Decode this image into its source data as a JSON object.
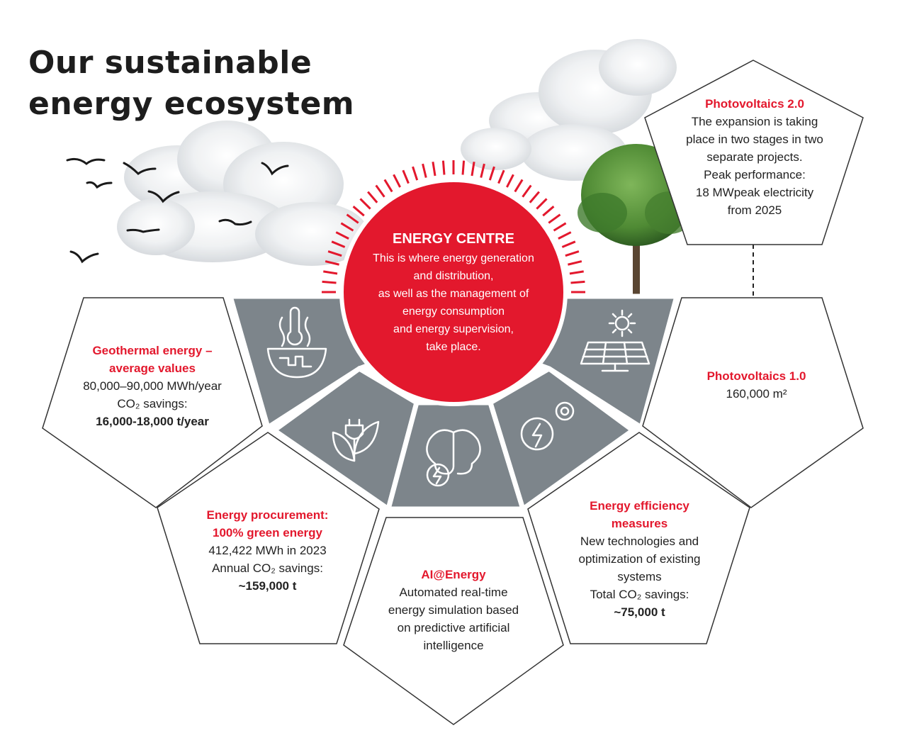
{
  "title_line1": "Our sustainable",
  "title_line2": "energy ecosystem",
  "colors": {
    "accent": "#e3182d",
    "segment_grey": "#7d858b",
    "outline": "#333333",
    "tree_green": "#4f8a34"
  },
  "energy_centre": {
    "heading": "ENERGY CENTRE",
    "lines": [
      "This is where energy generation",
      "and distribution,",
      "as well as the management of",
      "energy consumption",
      "and energy supervision,",
      "take place."
    ]
  },
  "geothermal": {
    "heading1": "Geothermal energy –",
    "heading2": "average values",
    "value": "80,000–90,000 MWh/year",
    "savings_label": "CO₂ savings:",
    "savings_value": "16,000-18,000 t/year"
  },
  "procurement": {
    "heading1": "Energy procurement:",
    "heading2": "100% green energy",
    "value": "412,422 MWh in 2023",
    "savings_label": "Annual CO₂ savings:",
    "savings_value": "~159,000 t"
  },
  "ai_energy": {
    "heading": "AI@Energy",
    "lines": [
      "Automated real-time",
      "energy simulation based",
      "on predictive artificial",
      "intelligence"
    ]
  },
  "efficiency": {
    "heading1": "Energy efficiency",
    "heading2": "measures",
    "lines": [
      "New technologies and",
      "optimization of existing",
      "systems"
    ],
    "savings_label": "Total CO₂ savings:",
    "savings_value": "~75,000 t"
  },
  "pv1": {
    "heading": "Photovoltaics 1.0",
    "value": "160,000 m²"
  },
  "pv2": {
    "heading": "Photovoltaics 2.0",
    "lines": [
      "The expansion is taking",
      "place in two stages in two",
      "separate projects.",
      "Peak performance:",
      "18 MWpeak electricity",
      "from 2025"
    ]
  },
  "icons": [
    "thermometer-heat-icon",
    "earth-layers-icon",
    "plug-leaf-icon",
    "brain-lightning-icon",
    "lightning-gear-icon",
    "sun-icon",
    "solar-panel-icon",
    "tree-icon",
    "cloud-icon",
    "bird-icon"
  ]
}
